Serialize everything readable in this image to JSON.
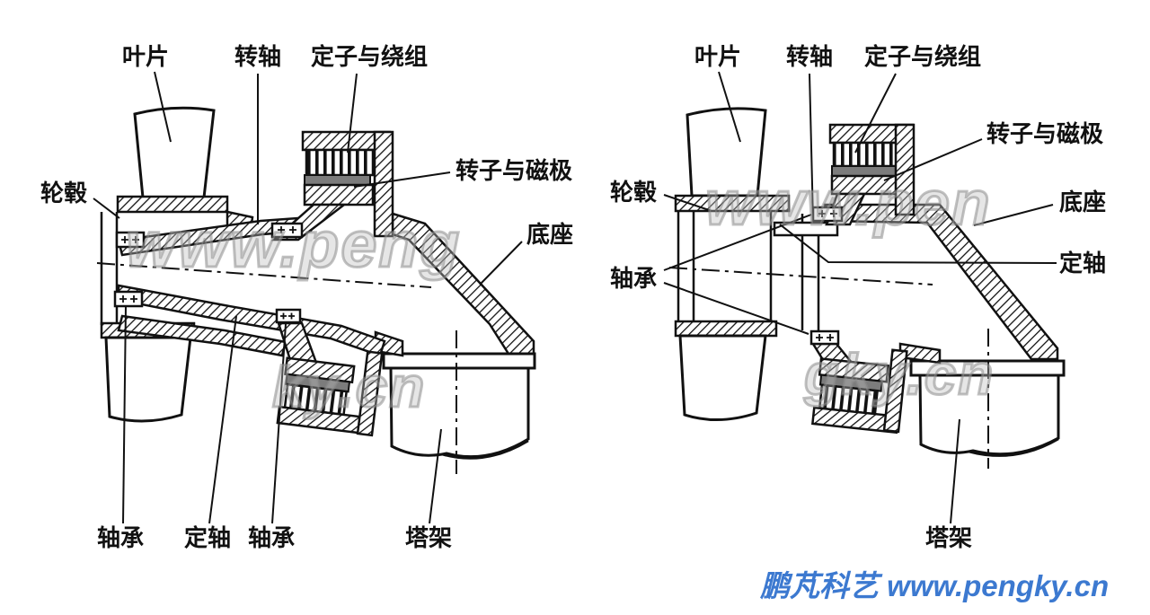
{
  "page": {
    "background": "#ffffff"
  },
  "colors": {
    "line": "#111111",
    "magnet_gray": "#7c7c7c",
    "watermark_gray": "#8c8c8c",
    "footer_blue": "#3c79d0"
  },
  "watermarks": {
    "left_upper": "www.peng",
    "left_lower": "ky.cn",
    "right_upper": "www.pen",
    "right_lower": "gky.cn"
  },
  "footer": {
    "brand_text": "鹏芃科艺 www.pengky.cn"
  },
  "diagram_left": {
    "labels": {
      "blade": "叶片",
      "shaft": "转轴",
      "stator_winding": "定子与绕组",
      "hub": "轮毂",
      "rotor_poles": "转子与磁极",
      "base": "底座",
      "bearing_front": "轴承",
      "fixed_shaft": "定轴",
      "bearing_rear": "轴承",
      "tower": "塔架"
    }
  },
  "diagram_right": {
    "labels": {
      "blade": "叶片",
      "shaft": "转轴",
      "stator_winding": "定子与绕组",
      "rotor_poles": "转子与磁极",
      "hub": "轮毂",
      "base": "底座",
      "fixed_shaft": "定轴",
      "bearings": "轴承",
      "tower": "塔架"
    }
  }
}
